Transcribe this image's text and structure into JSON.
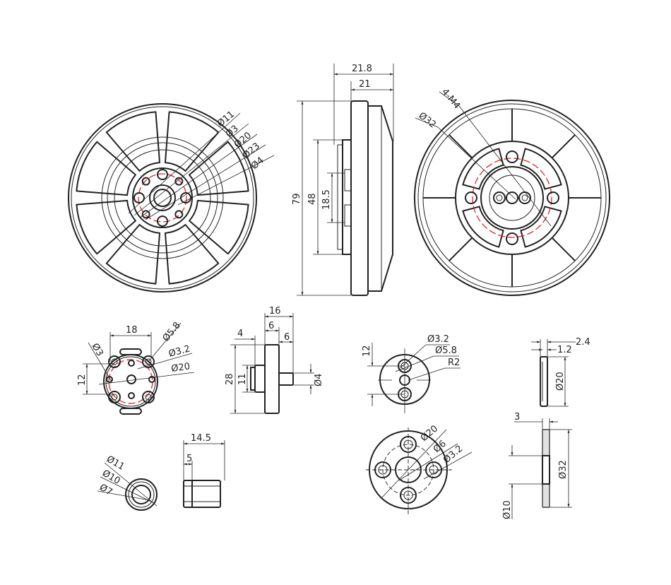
{
  "colors": {
    "line": "#222222",
    "center_circle": "#d9232a",
    "background": "#ffffff"
  },
  "front_view": {
    "d1": "Ø11",
    "d2": "Ø3",
    "d3": "Ø20",
    "d4": "Ø23",
    "d5": "Ø4"
  },
  "side_view": {
    "total_width": "21.8",
    "body_width": "21",
    "outer_height": "79",
    "hub_height": "48",
    "inner_height": "18.5"
  },
  "rear_view": {
    "thread": "4-M4",
    "pcd": "Ø32"
  },
  "adapter_front": {
    "width": "18",
    "d58": "Ø5.8",
    "d32": "Ø3.2",
    "d20": "Ø20",
    "d3": "Ø3",
    "spacing": "12"
  },
  "shaft_side": {
    "total": "16",
    "a": "4",
    "b": "6",
    "c": "6",
    "height": "28",
    "hub": "11",
    "shaft": "Ø4"
  },
  "clamp_front": {
    "spacing": "12",
    "d32": "Ø3.2",
    "d58": "Ø5.8",
    "radius": "R2"
  },
  "clamp_side": {
    "t1": "2.4",
    "t2": "1.2",
    "dia": "Ø20"
  },
  "plate_front": {
    "d20": "Ø20",
    "d6": "Ø6",
    "d32": "Ø3.2"
  },
  "plate_side": {
    "thick": "3",
    "outer": "Ø32",
    "inner": "Ø10"
  },
  "bushing_front": {
    "d11": "Ø11",
    "d10": "Ø10",
    "d7": "Ø7"
  },
  "bushing_side": {
    "length": "14.5",
    "flange": "5"
  }
}
